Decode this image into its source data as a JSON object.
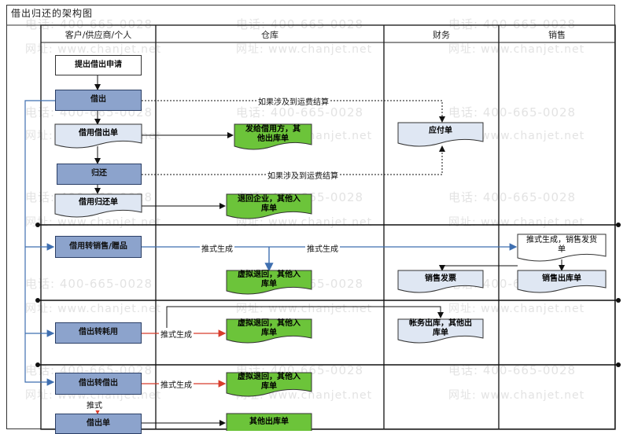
{
  "title": "借出归还的架构图",
  "lanes": [
    "客户/供应商/个人",
    "仓库",
    "财务",
    "销售"
  ],
  "watermark": {
    "phone": "电话: 400-665-0028",
    "site": "网址: www.chanjet.net"
  },
  "nodes": {
    "apply": "提出借出申请",
    "lend": "借出",
    "lend_doc": "借用借出单",
    "other_out1": "发给借用方，其他出库单",
    "payable": "应付单",
    "return": "归还",
    "return_doc": "借用归还单",
    "other_in1": "退回企业，其他入库单",
    "to_sale": "借用转销售/赠品",
    "ship_doc": "推式生成，销售发货单",
    "virtual_in1": "虚拟退回，其他入库单",
    "invoice": "销售发票",
    "sale_out": "销售出库单",
    "to_consume": "借出转耗用",
    "virtual_in2": "虚拟退回，其他入库单",
    "acct_out": "帐务出库，其他出库单",
    "to_lend": "借出转借出",
    "virtual_in3": "虚拟退回，其他入库单",
    "lend_doc2": "借出单",
    "other_out2": "其他出库单"
  },
  "edge_labels": {
    "freight1": "如果涉及到运费结算",
    "freight2": "如果涉及到运费结算",
    "push1": "推式生成",
    "push2": "推式生成",
    "push3": "推式生成",
    "push4": "推式生成",
    "push5": "推式"
  },
  "colors": {
    "process": "#8ca3cc",
    "doc_blue": "#dfe7f3",
    "doc_green": "#6cc43a",
    "border": "#333333",
    "red_arrow": "#d83c2c",
    "blue_line": "#3f6fb0"
  }
}
